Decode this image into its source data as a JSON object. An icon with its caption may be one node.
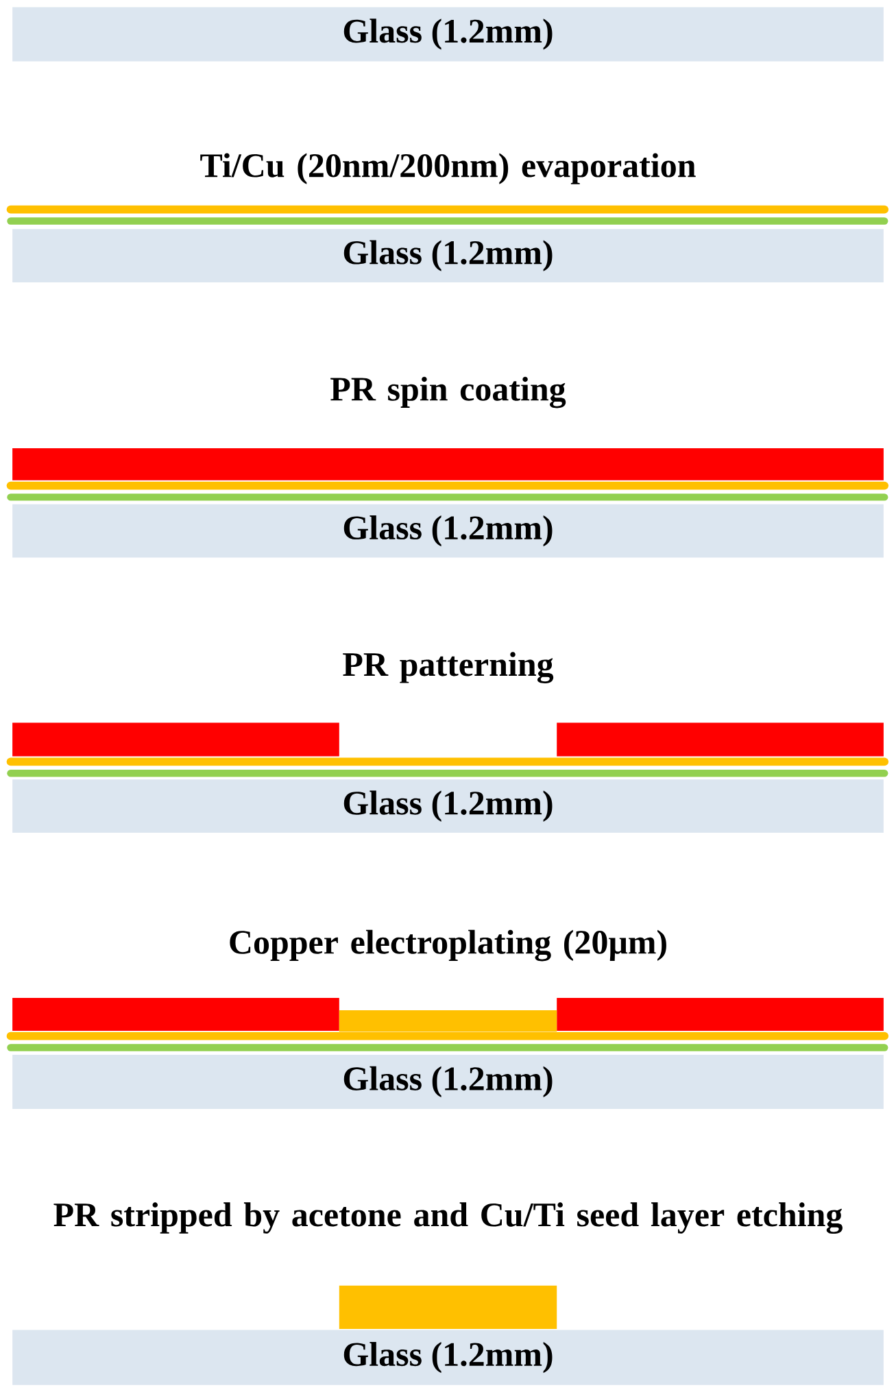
{
  "diagram": {
    "nodes": [
      {
        "text": [
          "Glass (1.2mm)"
        ]
      },
      {
        "text": [
          "Glass (1.2mm)"
        ]
      },
      {
        "text": [
          "Glass (1.2mm)"
        ]
      },
      {
        "text": [
          "Glass (1.2mm)"
        ]
      },
      {
        "text": [
          "Glass (1.2mm)"
        ]
      },
      {
        "text": [
          "Glass (1.2mm)"
        ]
      }
    ],
    "labels": [
      "Ti/Cu (20nm/200nm) evaporation",
      "PR spin coating",
      "PR patterning",
      "Copper electroplating (20μm)",
      "PR stripped by acetone and Cu/Ti seed layer etching"
    ]
  }
}
